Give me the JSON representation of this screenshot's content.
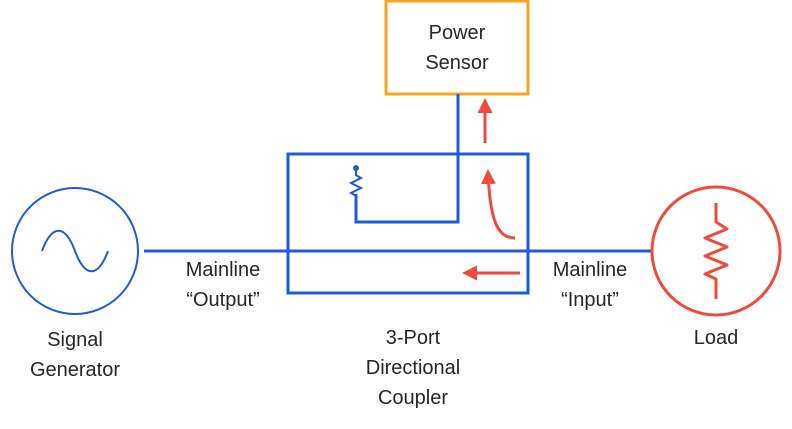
{
  "labels": {
    "power_sensor": [
      "Power",
      "Sensor"
    ],
    "signal_generator": [
      "Signal",
      "Generator"
    ],
    "coupler": [
      "3-Port",
      "Directional",
      "Coupler"
    ],
    "load": "Load",
    "mainline_output": [
      "Mainline",
      "“Output”"
    ],
    "mainline_input": [
      "Mainline",
      "“Input”"
    ]
  },
  "colors": {
    "blue": "#1F5BD6",
    "orange": "#F5A623",
    "red": "#EE4B3B",
    "text": "#262626"
  },
  "icons": {
    "generator_symbol": "sine-wave-icon",
    "load_symbol": "resistor-icon",
    "termination_symbol": "resistor-icon"
  }
}
